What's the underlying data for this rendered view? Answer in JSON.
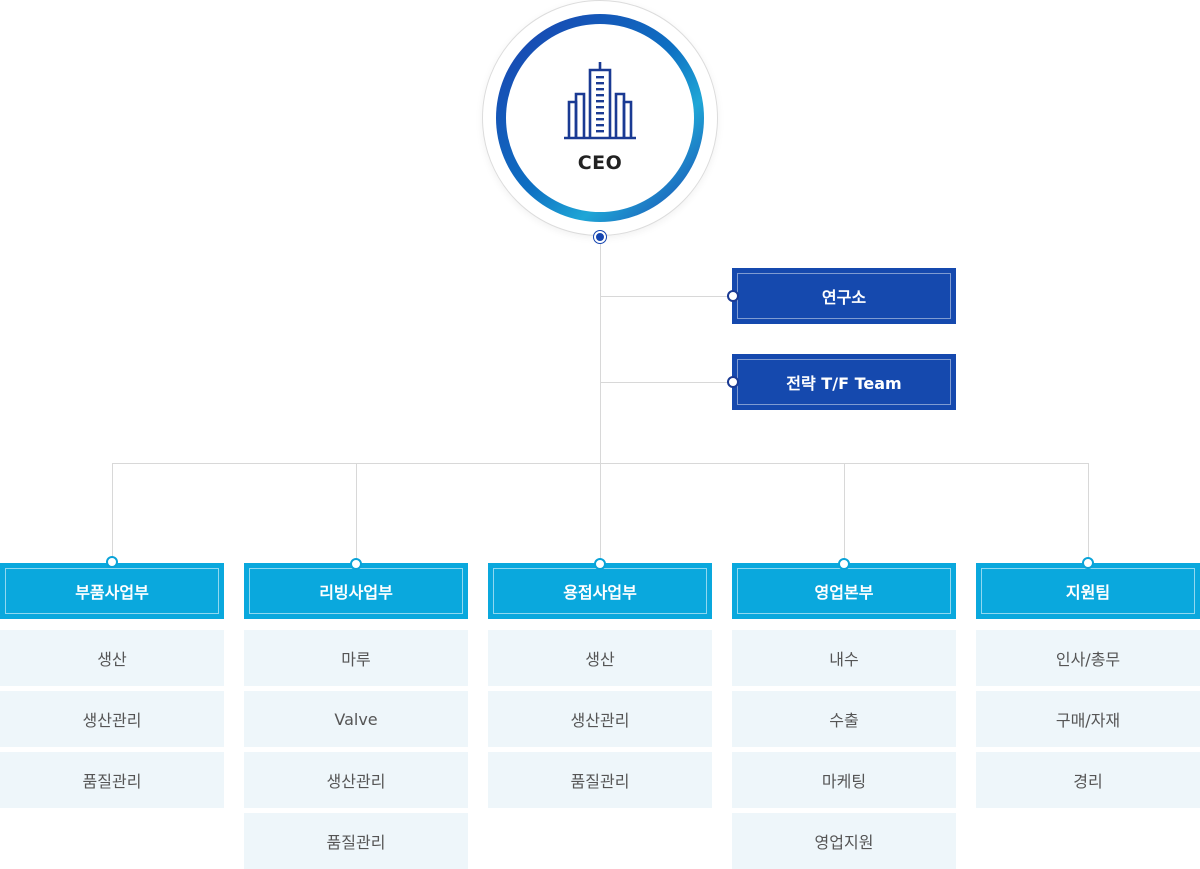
{
  "ceo": {
    "label": "CEO",
    "icon": "building-icon"
  },
  "side_units": [
    {
      "label": "연구소"
    },
    {
      "label": "전략 T/F Team"
    }
  ],
  "divisions": [
    {
      "name": "부품사업부",
      "items": [
        "생산",
        "생산관리",
        "품질관리"
      ]
    },
    {
      "name": "리빙사업부",
      "items": [
        "마루",
        "Valve",
        "생산관리",
        "품질관리"
      ]
    },
    {
      "name": "용접사업부",
      "items": [
        "생산",
        "생산관리",
        "품질관리"
      ]
    },
    {
      "name": "영업본부",
      "items": [
        "내수",
        "수출",
        "마케팅",
        "영업지원"
      ]
    },
    {
      "name": "지원팀",
      "items": [
        "인사/총무",
        "구매/자재",
        "경리"
      ]
    }
  ],
  "colors": {
    "ceo_ring": "#1b3fae",
    "side_unit_bg": "#1549ae",
    "division_bg": "#0aa8dd",
    "item_bg": "#eef6fa",
    "line": "#d8d8d8"
  }
}
